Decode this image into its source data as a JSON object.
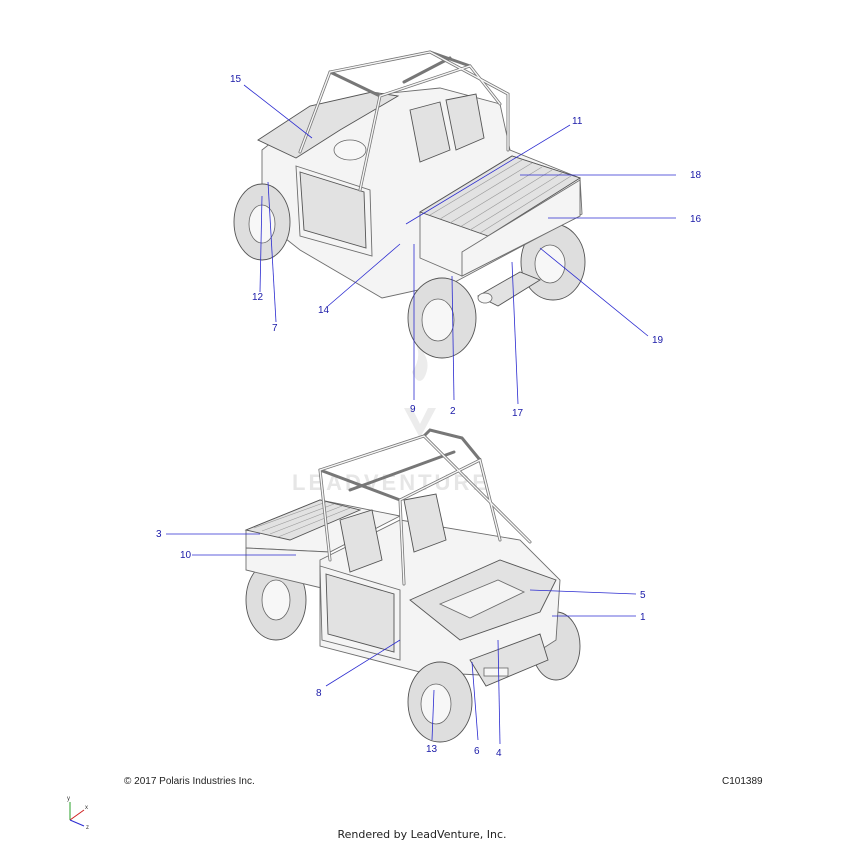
{
  "callouts": {
    "c1": "1",
    "c2": "2",
    "c3": "3",
    "c4": "4",
    "c5": "5",
    "c6": "6",
    "c7": "7",
    "c8": "8",
    "c9": "9",
    "c10": "10",
    "c11": "11",
    "c12": "12",
    "c13": "13",
    "c14": "14",
    "c15": "15",
    "c16": "16",
    "c17": "17",
    "c18": "18",
    "c19": "19"
  },
  "watermark": "LEADVENTURE",
  "footer": {
    "copyright": "© 2017 Polaris Industries Inc.",
    "diagram_id": "C101389",
    "rendered_by": "Rendered by LeadVenture, Inc."
  },
  "axis": {
    "x": "x",
    "y": "y",
    "z": "z"
  },
  "colors": {
    "callout_text": "#1a1aa8",
    "leader_line": "#2b2bd0",
    "line_art": "#6e6e6e"
  }
}
